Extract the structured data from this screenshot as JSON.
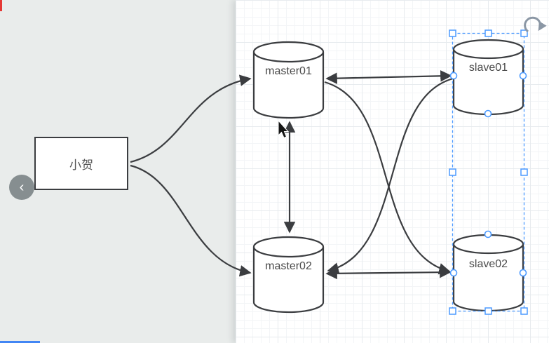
{
  "canvas": {
    "background": "#e9eceb",
    "page_background": "#ffffff",
    "grid": "on"
  },
  "sidebar_toggle": {
    "icon": "‹"
  },
  "nodes": {
    "client": {
      "label": "小贺",
      "shape": "rectangle"
    },
    "master01": {
      "label": "master01",
      "shape": "database-cylinder"
    },
    "master02": {
      "label": "master02",
      "shape": "database-cylinder"
    },
    "slave01": {
      "label": "slave01",
      "shape": "database-cylinder",
      "selected": true
    },
    "slave02": {
      "label": "slave02",
      "shape": "database-cylinder",
      "selected": true
    }
  },
  "edges": [
    {
      "from": "client",
      "to": "master01",
      "style": "curved",
      "arrows": "end"
    },
    {
      "from": "client",
      "to": "master02",
      "style": "curved",
      "arrows": "end"
    },
    {
      "from": "master01",
      "to": "master02",
      "style": "straight",
      "arrows": "both"
    },
    {
      "from": "master01",
      "to": "slave01",
      "style": "straight",
      "arrows": "both"
    },
    {
      "from": "master02",
      "to": "slave02",
      "style": "straight",
      "arrows": "both"
    },
    {
      "from": "master01",
      "to": "slave02",
      "style": "cross-curve",
      "arrows": "end"
    },
    {
      "from": "master02",
      "to": "slave01",
      "style": "cross-curve",
      "arrows": "end"
    }
  ],
  "colors": {
    "shape_stroke": "#3b3d40",
    "label_text": "#4a4a4a",
    "selection": "#4c9aff",
    "red_artifact": "#e53935",
    "blue_artifact": "#4286f4"
  }
}
